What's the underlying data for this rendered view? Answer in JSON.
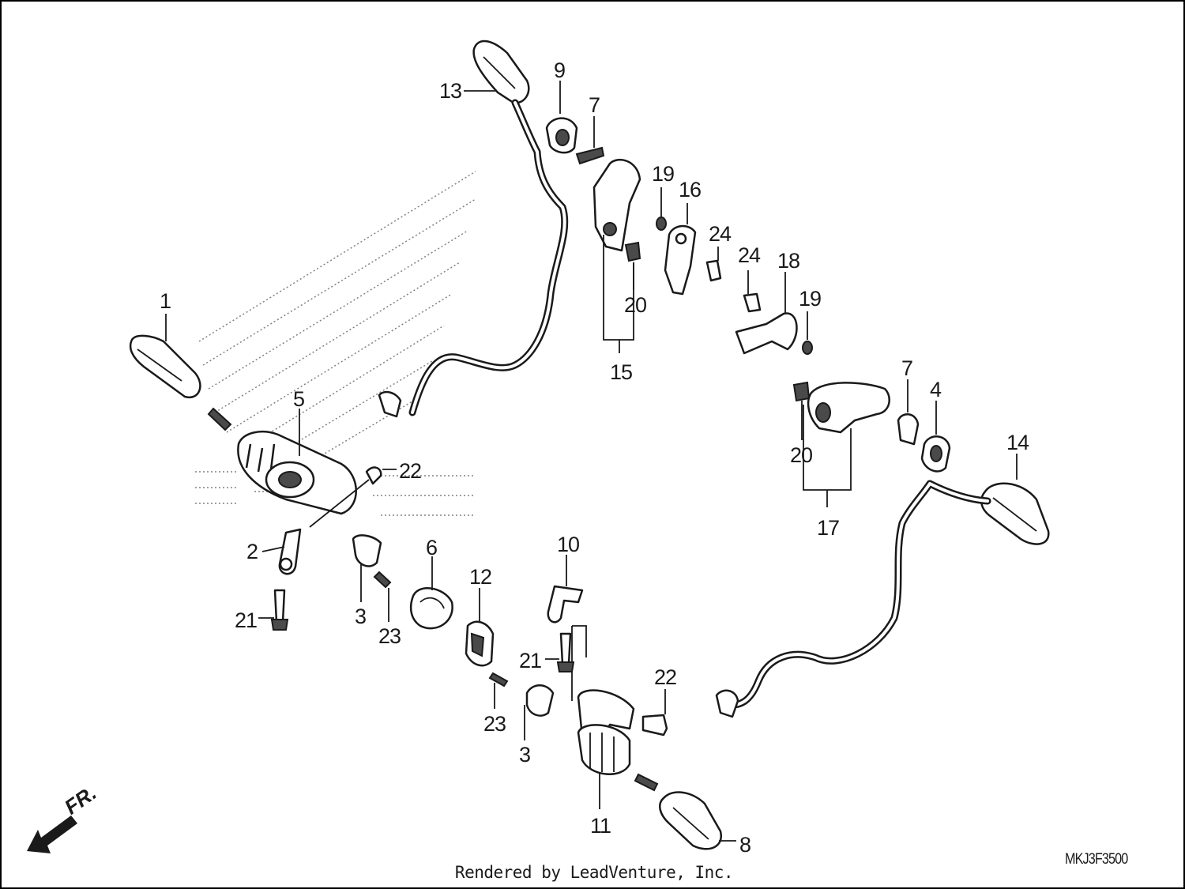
{
  "diagram": {
    "code": "MKJ3F3500",
    "credit": "Rendered by LeadVenture, Inc.",
    "direction_label": "FR.",
    "callouts": [
      {
        "id": "c1",
        "label": "1"
      },
      {
        "id": "c2",
        "label": "2"
      },
      {
        "id": "c3a",
        "label": "3"
      },
      {
        "id": "c3b",
        "label": "3"
      },
      {
        "id": "c4",
        "label": "4"
      },
      {
        "id": "c5",
        "label": "5"
      },
      {
        "id": "c6",
        "label": "6"
      },
      {
        "id": "c7a",
        "label": "7"
      },
      {
        "id": "c7b",
        "label": "7"
      },
      {
        "id": "c8",
        "label": "8"
      },
      {
        "id": "c9",
        "label": "9"
      },
      {
        "id": "c10",
        "label": "10"
      },
      {
        "id": "c11",
        "label": "11"
      },
      {
        "id": "c12",
        "label": "12"
      },
      {
        "id": "c13",
        "label": "13"
      },
      {
        "id": "c14",
        "label": "14"
      },
      {
        "id": "c15",
        "label": "15"
      },
      {
        "id": "c16",
        "label": "16"
      },
      {
        "id": "c17",
        "label": "17"
      },
      {
        "id": "c18",
        "label": "18"
      },
      {
        "id": "c19a",
        "label": "19"
      },
      {
        "id": "c19b",
        "label": "19"
      },
      {
        "id": "c20a",
        "label": "20"
      },
      {
        "id": "c20b",
        "label": "20"
      },
      {
        "id": "c21a",
        "label": "21"
      },
      {
        "id": "c21b",
        "label": "21"
      },
      {
        "id": "c22a",
        "label": "22"
      },
      {
        "id": "c22b",
        "label": "22"
      },
      {
        "id": "c23a",
        "label": "23"
      },
      {
        "id": "c23b",
        "label": "23"
      },
      {
        "id": "c24a",
        "label": "24"
      },
      {
        "id": "c24b",
        "label": "24"
      }
    ]
  }
}
